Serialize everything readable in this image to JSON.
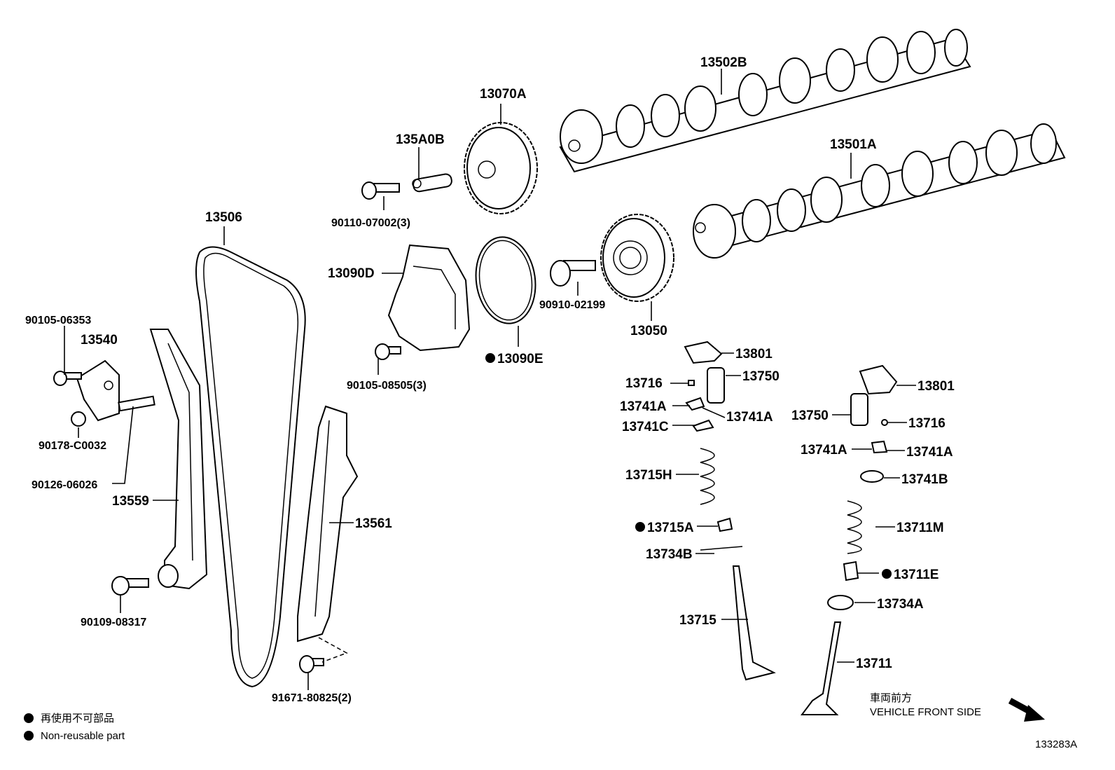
{
  "labels": {
    "p13502B": "13502B",
    "p13070A": "13070A",
    "p13501A": "13501A",
    "p135A0B": "135A0B",
    "p90110": "90110-07002(3)",
    "p13506": "13506",
    "p13090D": "13090D",
    "p90910": "90910-02199",
    "p13050": "13050",
    "p90105_06353": "90105-06353",
    "p13540": "13540",
    "p90105_08505": "90105-08505(3)",
    "p13090E": "13090E",
    "p13801_a": "13801",
    "p13716_a": "13716",
    "p13750_a": "13750",
    "p13741A_1": "13741A",
    "p13741A_2": "13741A",
    "p13741C": "13741C",
    "p90178": "90178-C0032",
    "p90126": "90126-06026",
    "p13559": "13559",
    "p13561": "13561",
    "p13715H": "13715H",
    "p13715A": "13715A",
    "p13734B": "13734B",
    "p13715": "13715",
    "p13801_b": "13801",
    "p13750_b": "13750",
    "p13716_b": "13716",
    "p13741A_3": "13741A",
    "p13741A_4": "13741A",
    "p13741B": "13741B",
    "p13711M": "13711M",
    "p13711E": "13711E",
    "p13734A": "13734A",
    "p13711": "13711",
    "p90109": "90109-08317",
    "p91671": "91671-80825(2)"
  },
  "legend": {
    "line1": "再使用不可部品",
    "line2": "Non-reusable part"
  },
  "direction": {
    "jp": "車両前方",
    "en": "VEHICLE FRONT SIDE"
  },
  "diagram_id": "133283A"
}
